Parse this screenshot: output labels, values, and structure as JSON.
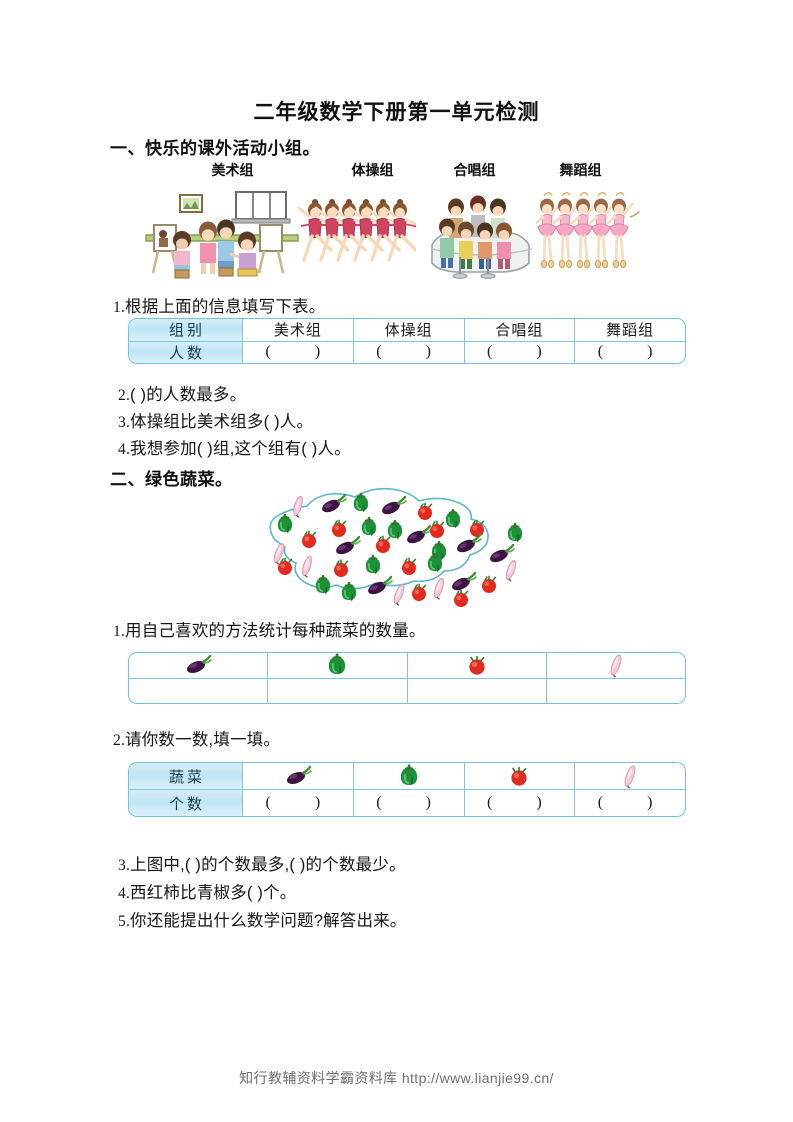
{
  "document": {
    "title": "二年级数学下册第一单元检测"
  },
  "section1": {
    "heading": "一、快乐的课外活动小组。",
    "group_labels": [
      "美术组",
      "体操组",
      "合唱组",
      "舞蹈组"
    ],
    "illustration_counts": {
      "art": 4,
      "gymnastics": 6,
      "chorus": 7,
      "dance": 5
    },
    "q1": {
      "num": "1.",
      "text": "根据上面的信息填写下表。",
      "table": {
        "row_headers": [
          "组别",
          "人数"
        ],
        "groups": [
          "美术组",
          "体操组",
          "合唱组",
          "舞蹈组"
        ],
        "counts": [
          "(      )",
          "(      )",
          "(      )",
          "(      )"
        ]
      }
    },
    "q2": {
      "num": "2.",
      "text": "(            )的人数最多。"
    },
    "q3": {
      "num": "3.",
      "text": "体操组比美术组多(      )人。"
    },
    "q4": {
      "num": "4.",
      "text": "我想参加(            )组,这个组有(      )人。"
    }
  },
  "section2": {
    "heading": "二、绿色蔬菜。",
    "q1": {
      "num": "1.",
      "text": "用自己喜欢的方法统计每种蔬菜的数量。",
      "table": {
        "icons": [
          "eggplant-icon",
          "green-pepper-icon",
          "tomato-icon",
          "cucumber-icon"
        ],
        "answers": [
          "",
          "",
          "",
          ""
        ]
      }
    },
    "q2": {
      "num": "2.",
      "text": "请你数一数,填一填。",
      "table": {
        "row_headers": [
          "蔬菜",
          "个数"
        ],
        "icons": [
          "eggplant-icon",
          "green-pepper-icon",
          "tomato-icon",
          "cucumber-icon"
        ],
        "counts": [
          "(      )",
          "(      )",
          "(      )",
          "(      )"
        ]
      }
    },
    "q3": {
      "num": "3.",
      "text": "上图中,(          )的个数最多,(          )的个数最少。"
    },
    "q4": {
      "num": "4.",
      "text": "西红柿比青椒多(      )个。"
    },
    "q5": {
      "num": "5.",
      "text": "你还能提出什么数学问题?解答出来。"
    }
  },
  "footer": {
    "text": "知行教辅资料学霸资料库 http://www.lianjie99.cn/"
  },
  "colors": {
    "table_border": "#6fc4d8",
    "table_header_bg": "#c8e9f6",
    "blob_outline": "#5bb6cf",
    "eggplant": "#4a1f55",
    "pepper": "#1f9b3c",
    "tomato": "#e03024",
    "cucumber": "#f4c6d6",
    "footer_text": "#6d6d6d"
  }
}
